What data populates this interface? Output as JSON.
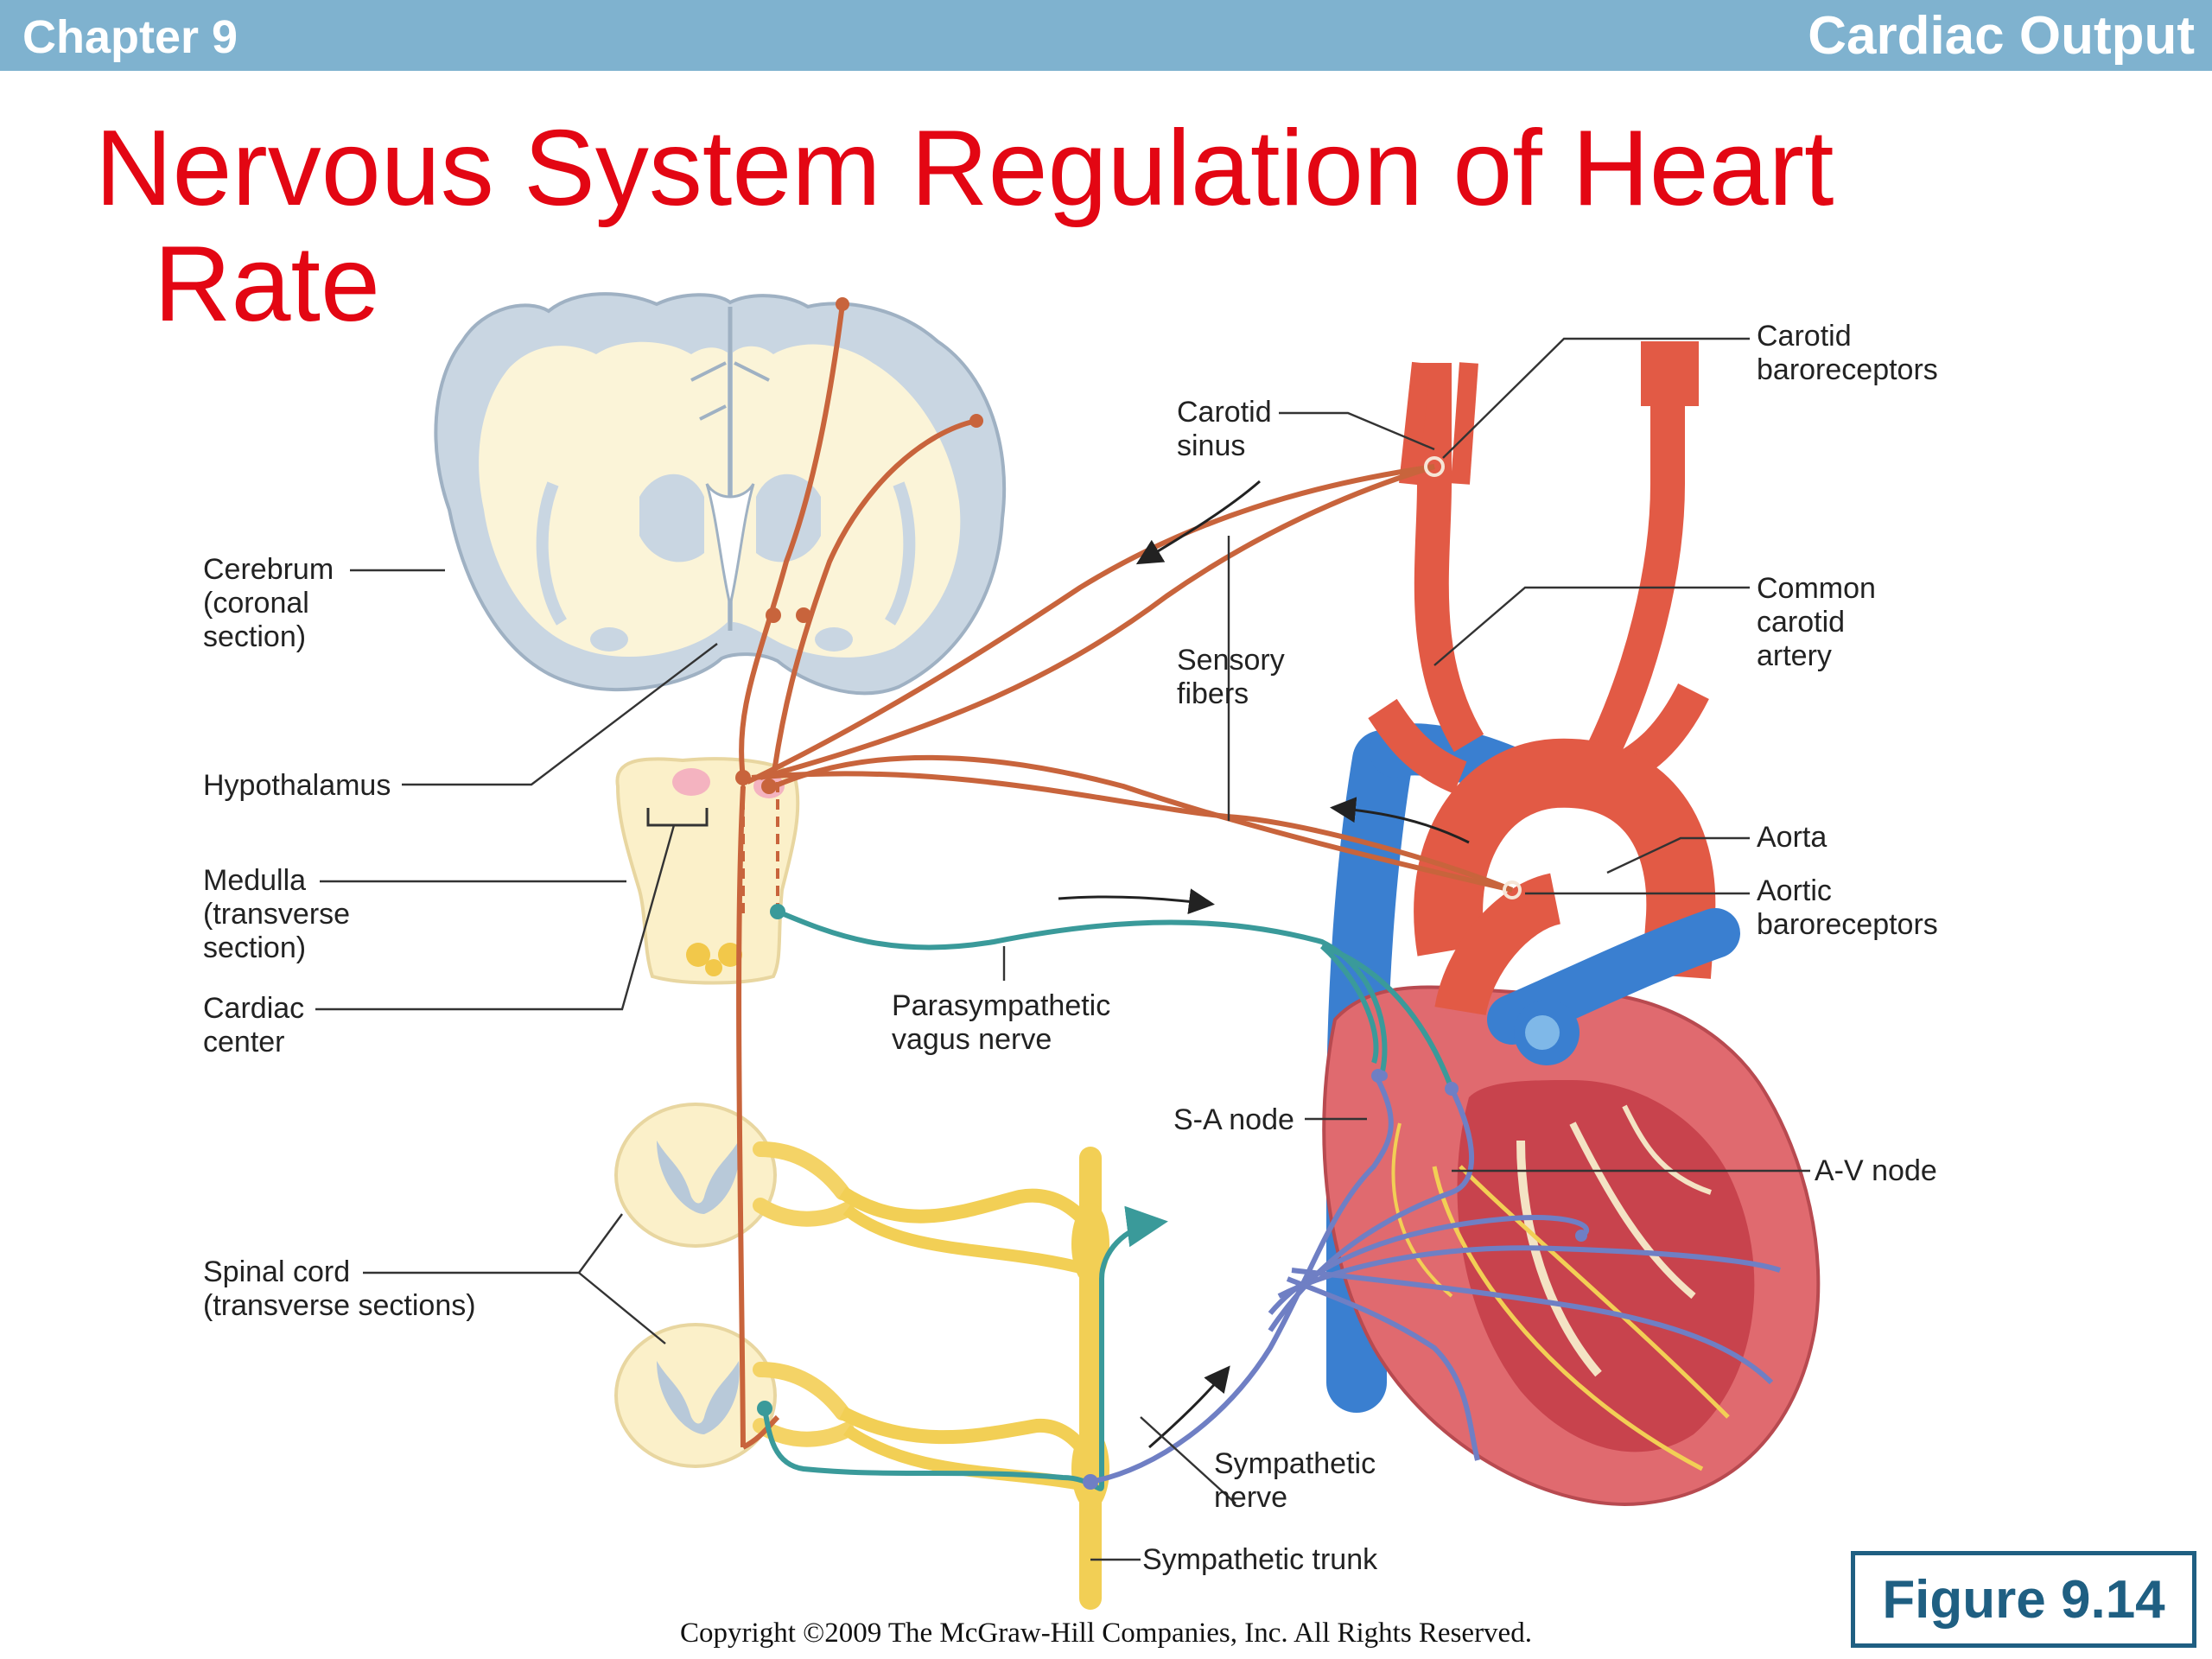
{
  "header": {
    "chapter": "Chapter 9",
    "section": "Cardiac Output"
  },
  "title": {
    "line1": "Nervous System Regulation of Heart",
    "line2": "Rate"
  },
  "labels": {
    "cerebrum": [
      "Cerebrum",
      "(coronal",
      "section)"
    ],
    "hypothalamus": [
      "Hypothalamus"
    ],
    "medulla": [
      "Medulla",
      "(transverse",
      "section)"
    ],
    "cardiac_center": [
      "Cardiac",
      "center"
    ],
    "spinal_cord": [
      "Spinal cord",
      "(transverse sections)"
    ],
    "parasympathetic": [
      "Parasympathetic",
      "vagus nerve"
    ],
    "sa_node": [
      "S-A node"
    ],
    "sympathetic_nerve": [
      "Sympathetic",
      "nerve"
    ],
    "sympathetic_trunk": [
      "Sympathetic trunk"
    ],
    "carotid_sinus": [
      "Carotid",
      "sinus"
    ],
    "sensory_fibers": [
      "Sensory",
      "fibers"
    ],
    "carotid_baroreceptors": [
      "Carotid",
      "baroreceptors"
    ],
    "common_carotid": [
      "Common",
      "carotid",
      "artery"
    ],
    "aorta": [
      "Aorta"
    ],
    "aortic_baroreceptors": [
      "Aortic",
      "baroreceptors"
    ],
    "av_node": [
      "A-V node"
    ]
  },
  "copyright": "Copyright ©2009 The McGraw-Hill Companies, Inc. All Rights Reserved.",
  "figure_label": "Figure 9.14",
  "colors": {
    "header_bar": "#7fb2cf",
    "title": "#e30613",
    "sensory_nerve": "#c8643c",
    "parasympathetic_nerve": "#3a9a9a",
    "sympathetic_nerve": "#6f7fc4",
    "sympathetic_trunk": "#f2cf55",
    "artery": "#e25a45",
    "vein": "#3a7fd0",
    "figure_box": "#1f5f82"
  }
}
